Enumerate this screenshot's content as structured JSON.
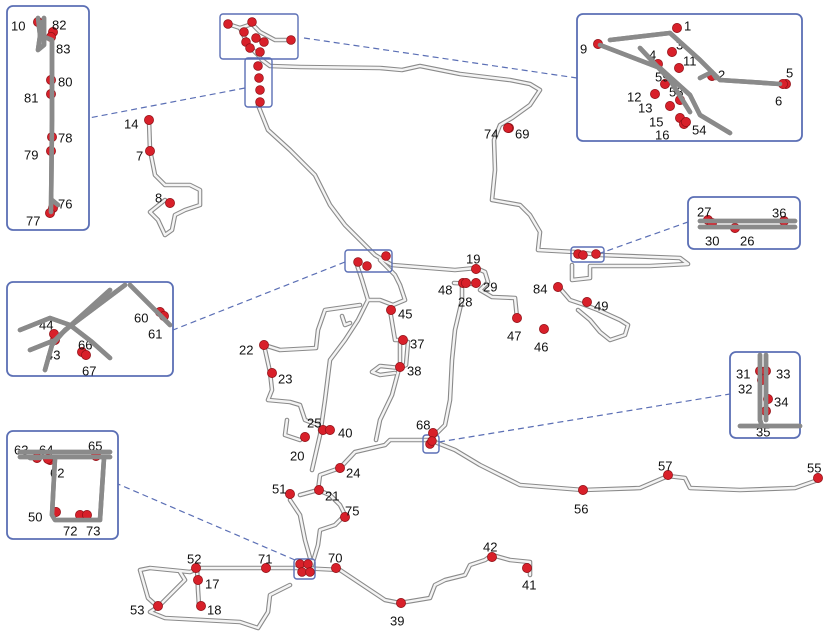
{
  "stops": [
    {
      "id": "s1",
      "label": "1"
    },
    {
      "id": "s2",
      "label": "2"
    },
    {
      "id": "s3",
      "label": "3"
    },
    {
      "id": "s4",
      "label": "4"
    },
    {
      "id": "s5",
      "label": "5"
    },
    {
      "id": "s6",
      "label": "6"
    },
    {
      "id": "s7",
      "label": "7"
    },
    {
      "id": "s8",
      "label": "8"
    },
    {
      "id": "s9",
      "label": "9"
    },
    {
      "id": "s10",
      "label": "10"
    },
    {
      "id": "s11",
      "label": "11"
    },
    {
      "id": "s12",
      "label": "12"
    },
    {
      "id": "s13",
      "label": "13"
    },
    {
      "id": "s14",
      "label": "14"
    },
    {
      "id": "s15",
      "label": "15"
    },
    {
      "id": "s16",
      "label": "16"
    },
    {
      "id": "s17",
      "label": "17"
    },
    {
      "id": "s18",
      "label": "18"
    },
    {
      "id": "s19",
      "label": "19"
    },
    {
      "id": "s20",
      "label": "20"
    },
    {
      "id": "s21",
      "label": "21"
    },
    {
      "id": "s22",
      "label": "22"
    },
    {
      "id": "s23",
      "label": "23"
    },
    {
      "id": "s24",
      "label": "24"
    },
    {
      "id": "s25",
      "label": "25"
    },
    {
      "id": "s26",
      "label": "26"
    },
    {
      "id": "s27",
      "label": "27"
    },
    {
      "id": "s28",
      "label": "28"
    },
    {
      "id": "s29",
      "label": "29"
    },
    {
      "id": "s30",
      "label": "30"
    },
    {
      "id": "s31",
      "label": "31"
    },
    {
      "id": "s32",
      "label": "32"
    },
    {
      "id": "s33",
      "label": "33"
    },
    {
      "id": "s34",
      "label": "34"
    },
    {
      "id": "s35",
      "label": "35"
    },
    {
      "id": "s36",
      "label": "36"
    },
    {
      "id": "s37",
      "label": "37"
    },
    {
      "id": "s38",
      "label": "38"
    },
    {
      "id": "s39",
      "label": "39"
    },
    {
      "id": "s40",
      "label": "40"
    },
    {
      "id": "s41",
      "label": "41"
    },
    {
      "id": "s42",
      "label": "42"
    },
    {
      "id": "s43",
      "label": "43"
    },
    {
      "id": "s44",
      "label": "44"
    },
    {
      "id": "s45",
      "label": "45"
    },
    {
      "id": "s46",
      "label": "46"
    },
    {
      "id": "s47",
      "label": "47"
    },
    {
      "id": "s48",
      "label": "48"
    },
    {
      "id": "s49",
      "label": "49"
    },
    {
      "id": "s50",
      "label": "50"
    },
    {
      "id": "s51",
      "label": "51"
    },
    {
      "id": "s52",
      "label": "52"
    },
    {
      "id": "s53",
      "label": "53"
    },
    {
      "id": "s54",
      "label": "54"
    },
    {
      "id": "s55",
      "label": "55"
    },
    {
      "id": "s56",
      "label": "56"
    },
    {
      "id": "s57",
      "label": "57"
    },
    {
      "id": "s58",
      "label": "58"
    },
    {
      "id": "s59",
      "label": "59"
    },
    {
      "id": "s60",
      "label": "60"
    },
    {
      "id": "s61",
      "label": "61"
    },
    {
      "id": "s62",
      "label": "62"
    },
    {
      "id": "s63",
      "label": "63"
    },
    {
      "id": "s64",
      "label": "64"
    },
    {
      "id": "s65",
      "label": "65"
    },
    {
      "id": "s66",
      "label": "66"
    },
    {
      "id": "s67",
      "label": "67"
    },
    {
      "id": "s68",
      "label": "68"
    },
    {
      "id": "s69",
      "label": "69"
    },
    {
      "id": "s70",
      "label": "70"
    },
    {
      "id": "s71",
      "label": "71"
    },
    {
      "id": "s72",
      "label": "72"
    },
    {
      "id": "s73",
      "label": "73"
    },
    {
      "id": "s74",
      "label": "74"
    },
    {
      "id": "s75",
      "label": "75"
    },
    {
      "id": "s76",
      "label": "76"
    },
    {
      "id": "s77",
      "label": "77"
    },
    {
      "id": "s78",
      "label": "78"
    },
    {
      "id": "s79",
      "label": "79"
    },
    {
      "id": "s80",
      "label": "80"
    },
    {
      "id": "s81",
      "label": "81"
    },
    {
      "id": "s82",
      "label": "82"
    },
    {
      "id": "s83",
      "label": "83"
    },
    {
      "id": "s84",
      "label": "84"
    }
  ],
  "colors": {
    "stop": "#d8202a",
    "inset_border": "#5b6fb5",
    "road_edge": "#8a8a8a",
    "road_fill": "#f4f4f4"
  }
}
